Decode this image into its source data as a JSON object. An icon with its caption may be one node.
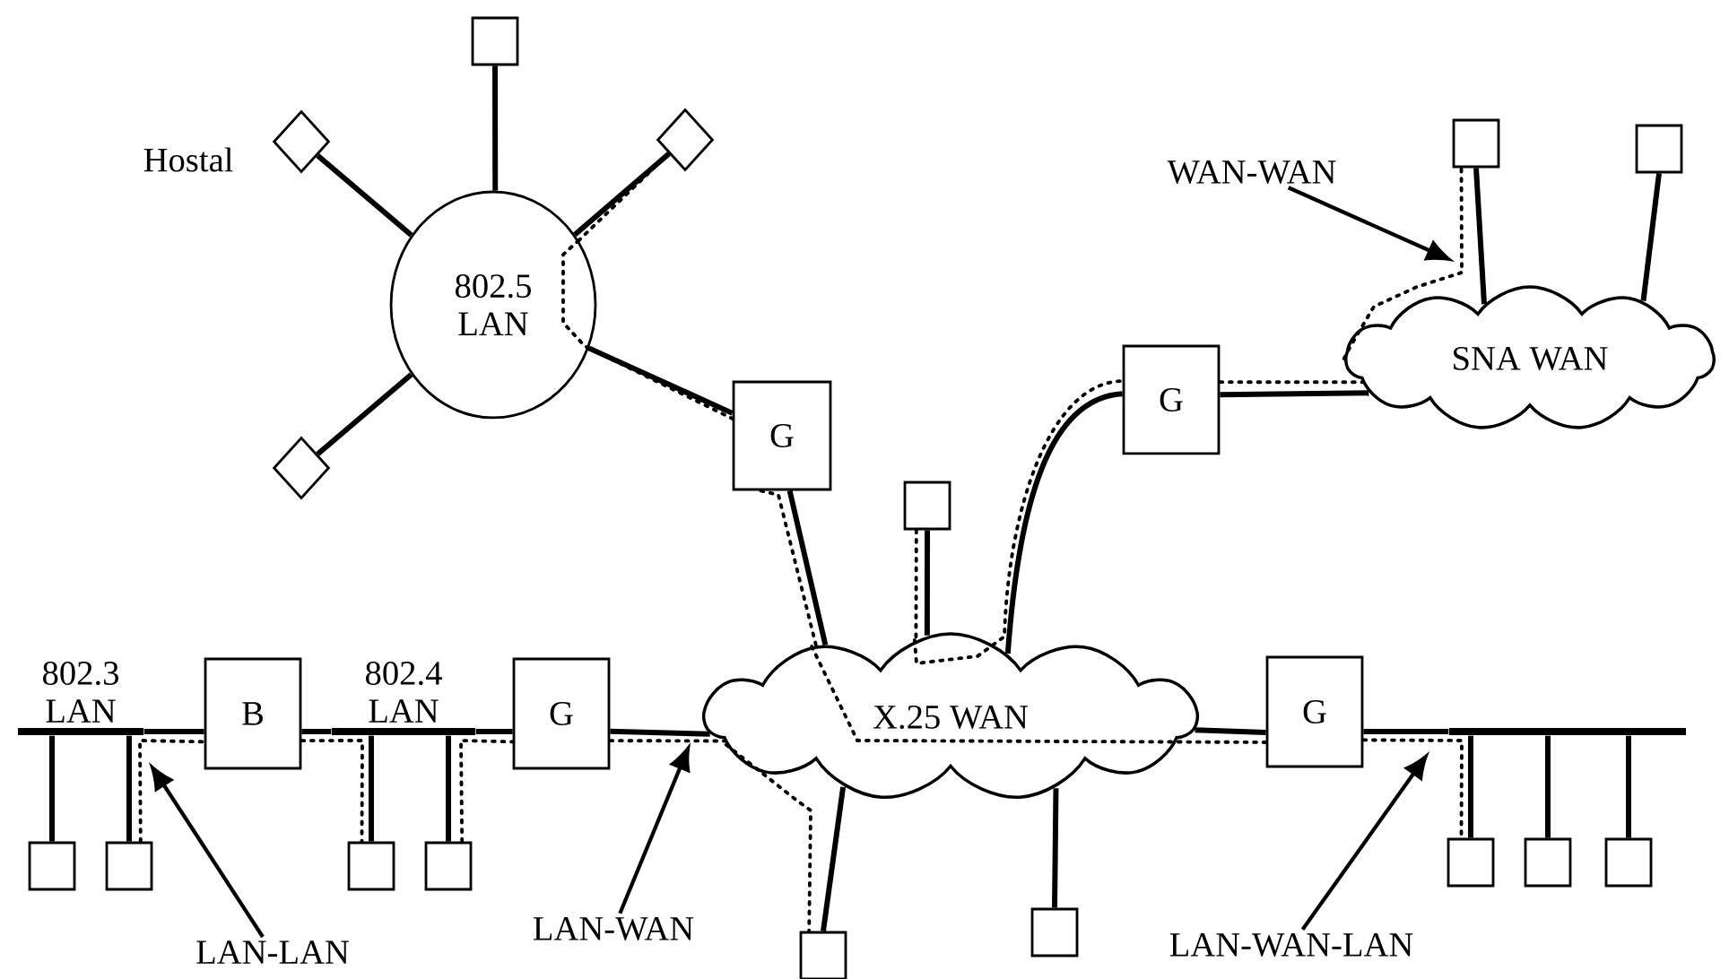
{
  "diagram": {
    "nodes": [
      {
        "text": [
          "802.5 LAN"
        ]
      },
      {
        "text": [],
        "shape": "box"
      },
      {
        "text": [],
        "shape": "diamond",
        "beside": [
          "Hostal"
        ]
      },
      {
        "text": [],
        "shape": "diamond"
      },
      {
        "text": [],
        "shape": "diamond"
      },
      {
        "text": [
          "G"
        ]
      },
      {
        "text": [
          "G"
        ]
      },
      {
        "text": [
          "SNA WAN"
        ]
      },
      {
        "text": [],
        "shape": "box"
      },
      {
        "text": [],
        "shape": "box"
      },
      {
        "text": [
          "WAN-WAN"
        ]
      },
      {
        "text": [],
        "shape": "box"
      },
      {
        "text": [
          "802.3 LAN"
        ]
      },
      {
        "text": [
          "B"
        ]
      },
      {
        "text": [
          "802.4 LAN"
        ]
      },
      {
        "text": [
          "G"
        ]
      },
      {
        "text": [
          "X.25 WAN"
        ]
      },
      {
        "text": [
          "G"
        ]
      },
      {
        "text": [],
        "shape": "bar"
      },
      {
        "text": [],
        "shape": "box"
      },
      {
        "text": [],
        "shape": "box"
      },
      {
        "text": [],
        "shape": "box"
      },
      {
        "text": [],
        "shape": "box"
      },
      {
        "text": [],
        "shape": "box"
      },
      {
        "text": [],
        "shape": "box"
      },
      {
        "text": [],
        "shape": "box"
      },
      {
        "text": [],
        "shape": "box"
      },
      {
        "text": [],
        "shape": "box"
      },
      {
        "text": [
          "LAN-LAN"
        ]
      },
      {
        "text": [
          "LAN-WAN"
        ]
      },
      {
        "text": [
          "LAN-WAN-LAN"
        ]
      }
    ],
    "edges": [
      {
        "from": 0,
        "to": 1,
        "arrow": "none"
      },
      {
        "from": 0,
        "to": 2,
        "arrow": "none"
      },
      {
        "from": 0,
        "to": 3,
        "arrow": "none"
      },
      {
        "from": 0,
        "to": 4,
        "arrow": "none"
      },
      {
        "from": 0,
        "to": 5,
        "arrow": "none"
      },
      {
        "from": 5,
        "to": 16,
        "arrow": "none"
      },
      {
        "from": 6,
        "to": 16,
        "arrow": "none"
      },
      {
        "from": 6,
        "to": 7,
        "arrow": "none"
      },
      {
        "from": 7,
        "to": 8,
        "arrow": "none"
      },
      {
        "from": 7,
        "to": 9,
        "arrow": "none"
      },
      {
        "from": 10,
        "to": null,
        "arrow": "to"
      },
      {
        "from": 11,
        "to": 16,
        "arrow": "none"
      },
      {
        "from": 12,
        "to": 19,
        "arrow": "none"
      },
      {
        "from": 12,
        "to": 20,
        "arrow": "none"
      },
      {
        "from": 12,
        "to": 13,
        "arrow": "none"
      },
      {
        "from": 13,
        "to": 14,
        "arrow": "none"
      },
      {
        "from": 14,
        "to": 21,
        "arrow": "none"
      },
      {
        "from": 14,
        "to": 22,
        "arrow": "none"
      },
      {
        "from": 14,
        "to": 15,
        "arrow": "none"
      },
      {
        "from": 15,
        "to": 16,
        "arrow": "none"
      },
      {
        "from": 16,
        "to": 23,
        "arrow": "none"
      },
      {
        "from": 16,
        "to": 24,
        "arrow": "none"
      },
      {
        "from": 16,
        "to": 17,
        "arrow": "none"
      },
      {
        "from": 17,
        "to": 18,
        "arrow": "none"
      },
      {
        "from": 18,
        "to": 25,
        "arrow": "none"
      },
      {
        "from": 18,
        "to": 26,
        "arrow": "none"
      },
      {
        "from": 18,
        "to": 27,
        "arrow": "none"
      },
      {
        "from": 28,
        "to": null,
        "arrow": "to"
      },
      {
        "from": 29,
        "to": null,
        "arrow": "to"
      },
      {
        "from": 30,
        "to": null,
        "arrow": "to"
      },
      {
        "from": 20,
        "to": 13,
        "arrow": "none",
        "style": "dashed"
      },
      {
        "from": 13,
        "to": 21,
        "arrow": "none",
        "style": "dashed"
      },
      {
        "from": 22,
        "to": 15,
        "arrow": "none",
        "style": "dashed"
      },
      {
        "from": 15,
        "to": 16,
        "arrow": "none",
        "style": "dashed"
      },
      {
        "from": 16,
        "to": 23,
        "arrow": "none",
        "style": "dashed"
      },
      {
        "from": 11,
        "to": 16,
        "arrow": "none",
        "style": "dashed"
      },
      {
        "from": 16,
        "to": 6,
        "arrow": "none",
        "style": "dashed"
      },
      {
        "from": 6,
        "to": 7,
        "arrow": "none",
        "style": "dashed"
      },
      {
        "from": 7,
        "to": 8,
        "arrow": "none",
        "style": "dashed"
      },
      {
        "from": 3,
        "to": 0,
        "arrow": "none",
        "style": "dashed"
      },
      {
        "from": 0,
        "to": 5,
        "arrow": "none",
        "style": "dashed"
      },
      {
        "from": 5,
        "to": 16,
        "arrow": "none",
        "style": "dashed"
      },
      {
        "from": 16,
        "to": 17,
        "arrow": "none",
        "style": "dashed"
      },
      {
        "from": 17,
        "to": 25,
        "arrow": "none",
        "style": "dashed"
      }
    ]
  }
}
